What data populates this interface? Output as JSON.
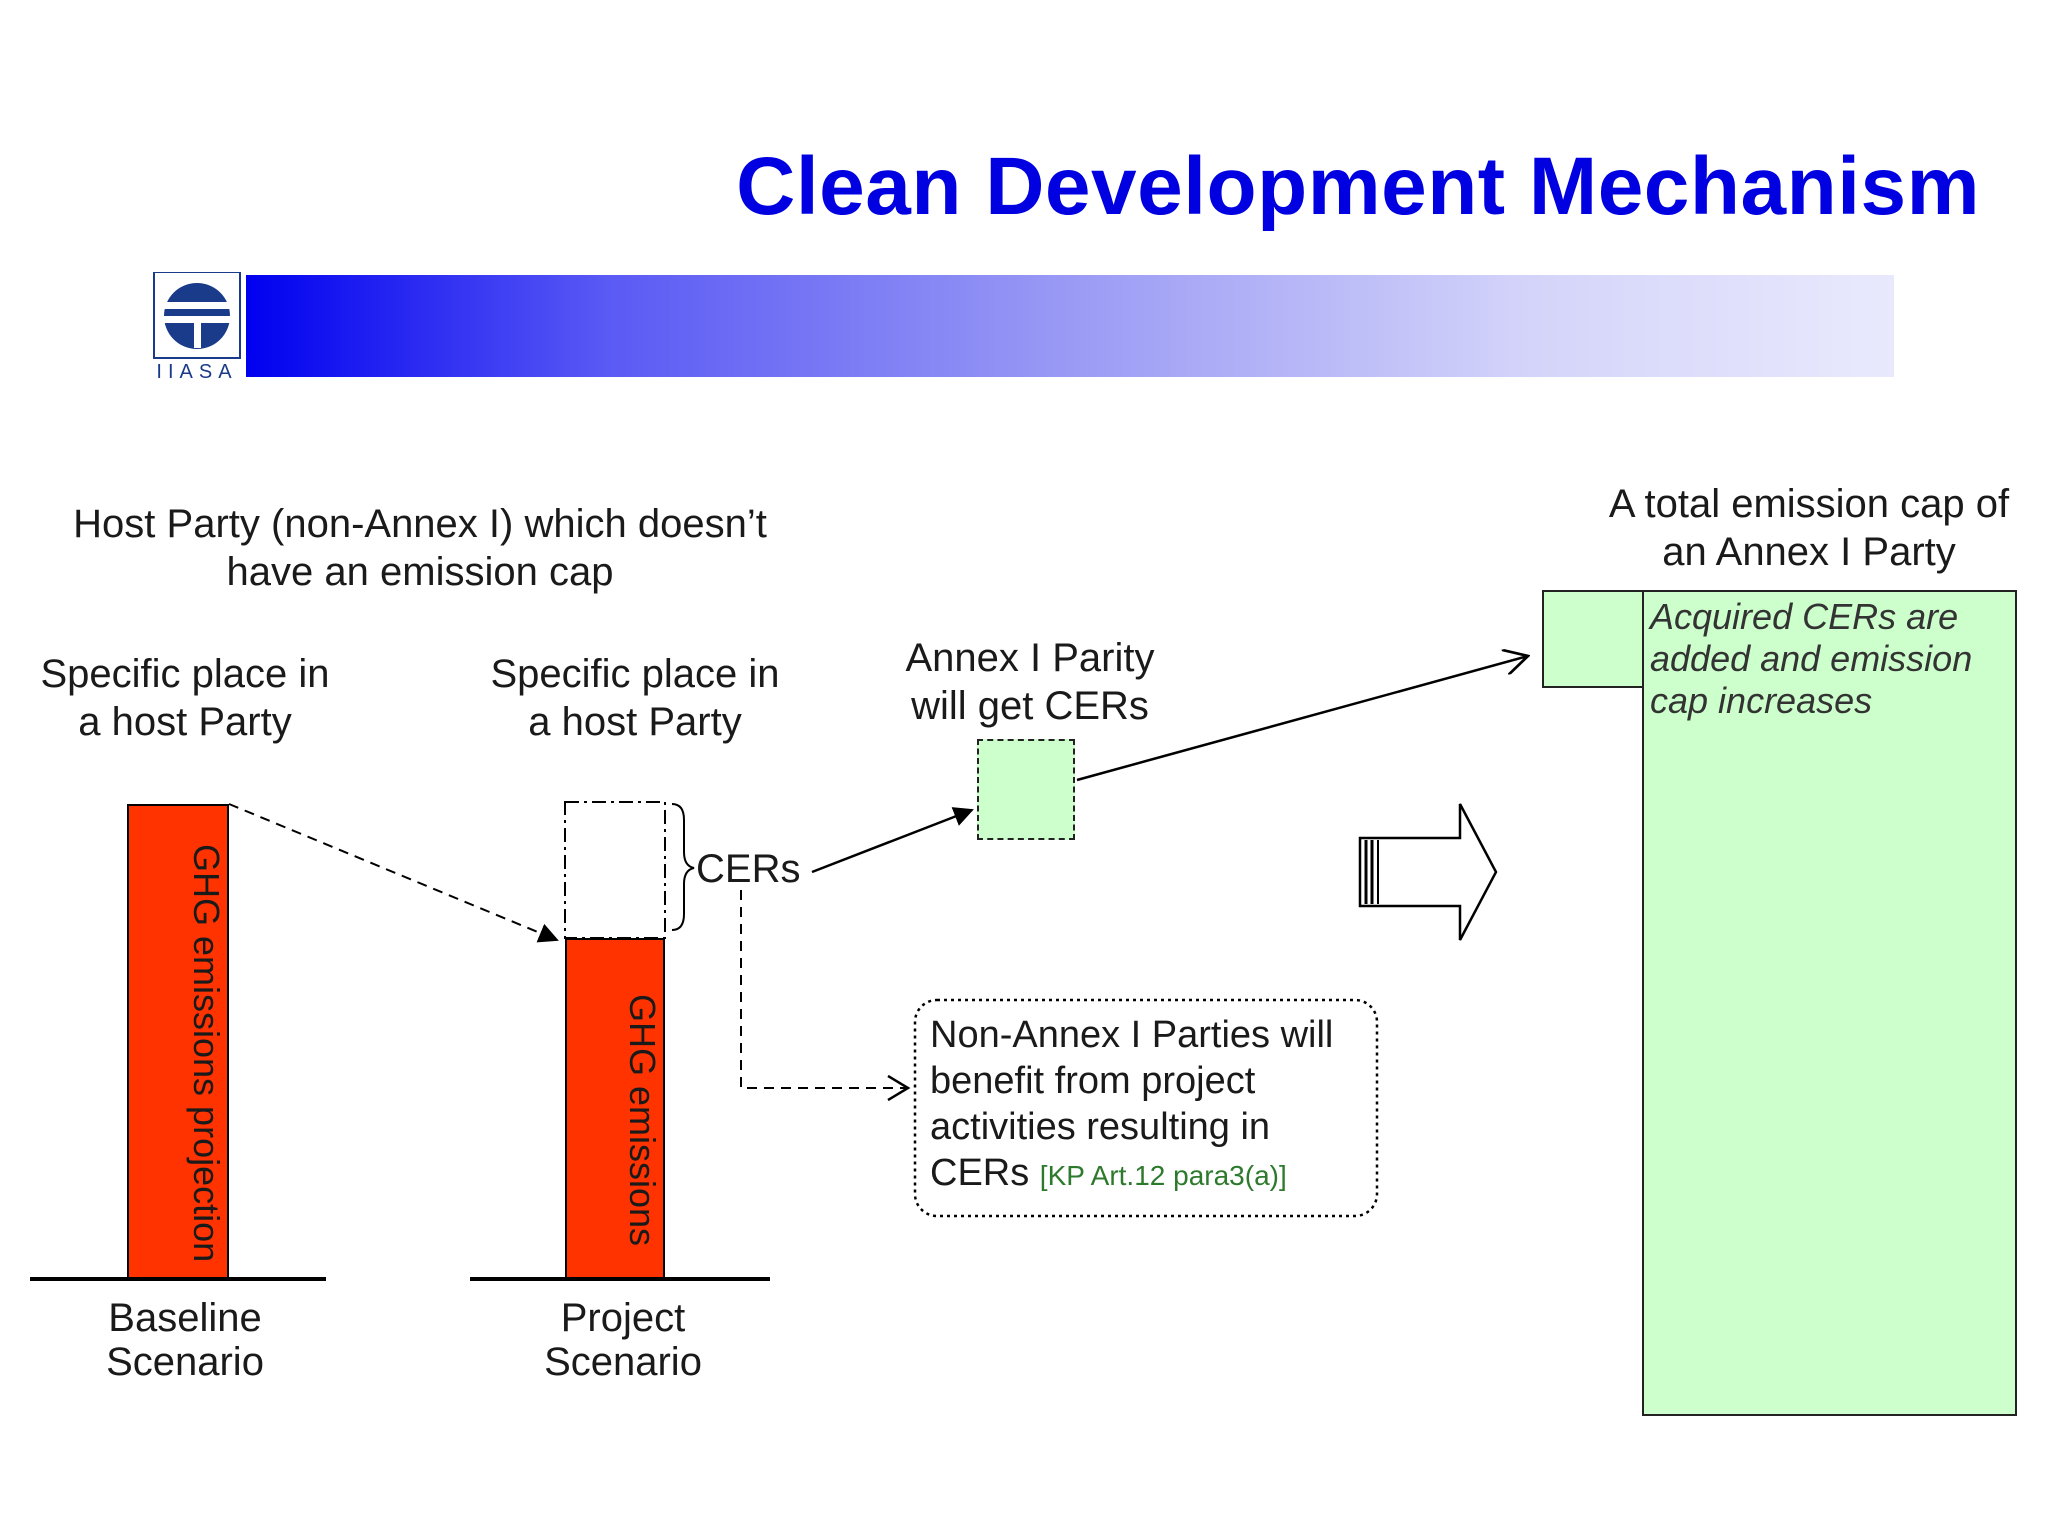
{
  "slide": {
    "title": "Clean Development Mechanism",
    "logo_text": "IIASA"
  },
  "host_party": {
    "line1": "Host Party (non-Annex I) which doesn’t",
    "line2": "have an emission cap"
  },
  "baseline": {
    "place_line1": "Specific place in",
    "place_line2": "a host Party",
    "bar_label": "GHG emissions projection",
    "scenario_line1": "Baseline",
    "scenario_line2": "Scenario"
  },
  "project": {
    "place_line1": "Specific place in",
    "place_line2": "a host Party",
    "bar_label": "GHG emissions",
    "scenario_line1": "Project",
    "scenario_line2": "Scenario",
    "cers_label": "CERs"
  },
  "annex_get": {
    "line1": "Annex I Parity",
    "line2": "will get CERs"
  },
  "total_cap": {
    "line1": "A total emission cap of",
    "line2": "an Annex I Party",
    "note_line1": "Acquired CERs are",
    "note_line2": "added and emission",
    "note_line3": "cap increases"
  },
  "non_annex_benefit": {
    "line1": "Non-Annex I Parties will",
    "line2": "benefit from project",
    "line3": "activities resulting in",
    "line4": "CERs",
    "ref": "[KP Art.12 para3(a)]"
  },
  "colors": {
    "title": "#0000e0",
    "emission_bar": "#ff3300",
    "cer_box": "#ccffcc",
    "reference_text": "#2d7a2d"
  }
}
